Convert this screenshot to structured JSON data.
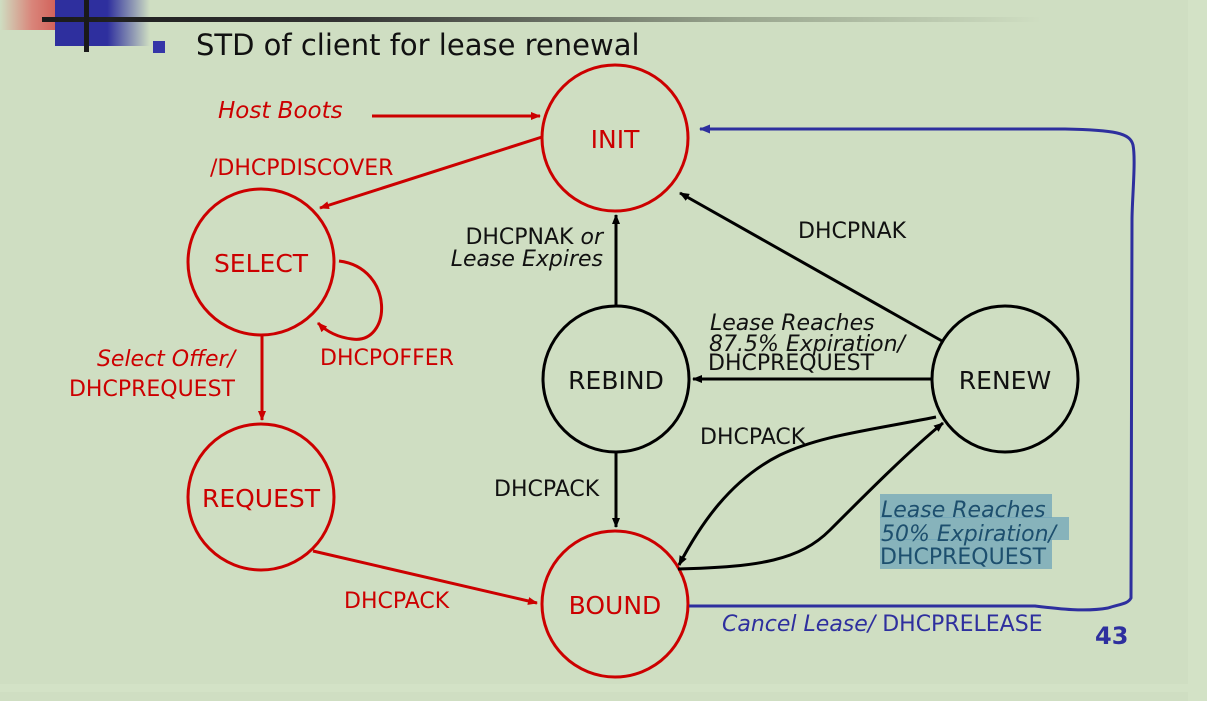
{
  "slide": {
    "title": "STD of client for lease renewal",
    "page_number": "43"
  },
  "colors": {
    "background": "#cfdec2",
    "red": "#cc0000",
    "black": "#000000",
    "blue": "#2e2f9e",
    "highlight": "#6fa4b8"
  },
  "states": {
    "init": "INIT",
    "select": "SELECT",
    "request": "REQUEST",
    "bound": "BOUND",
    "rebind": "REBIND",
    "renew": "RENEW"
  },
  "transitions": {
    "host_boots": "Host Boots",
    "dhcpdiscover": "/DHCPDISCOVER",
    "dhcpoffer": "DHCPOFFER",
    "select_offer": "Select Offer/",
    "select_dhcprequest": "DHCPREQUEST",
    "request_dhcpack": "DHCPACK",
    "rebind_nak_line1_a": "DHCPNAK ",
    "rebind_nak_line1_b": "or",
    "rebind_nak_line2": "Lease Expires",
    "renew_dhcpnak": "DHCPNAK",
    "rebind_from_renew_line1": "Lease Reaches",
    "rebind_from_renew_line2": "87.5% Expiration/",
    "rebind_from_renew_line3": "DHCPREQUEST",
    "rebind_dhcpack": "DHCPACK",
    "renew_dhcpack": "DHCPACK",
    "renew_from_bound_line1": "Lease Reaches",
    "renew_from_bound_line2": "50% Expiration/",
    "renew_from_bound_line3": "DHCPREQUEST",
    "cancel_lease": "Cancel Lease/",
    "dhcprelease": " DHCPRELEASE"
  }
}
